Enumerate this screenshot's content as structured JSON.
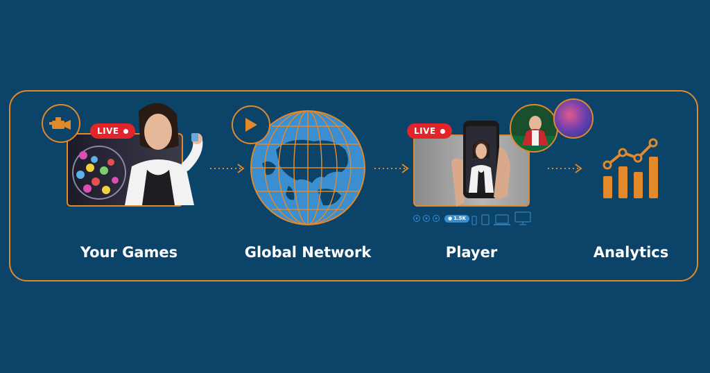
{
  "steps": [
    {
      "label": "Your Games",
      "icon": "video-camera-icon",
      "badge": "LIVE"
    },
    {
      "label": "Global Network",
      "icon": "play-icon"
    },
    {
      "label": "Player",
      "badge": "LIVE",
      "viewer_count": "1.5K"
    },
    {
      "label": "Analytics",
      "icon": "bar-chart-icon"
    }
  ],
  "colors": {
    "background": "#0b4468",
    "accent": "#e2892b",
    "live": "#e3242b",
    "text": "#ffffff"
  }
}
